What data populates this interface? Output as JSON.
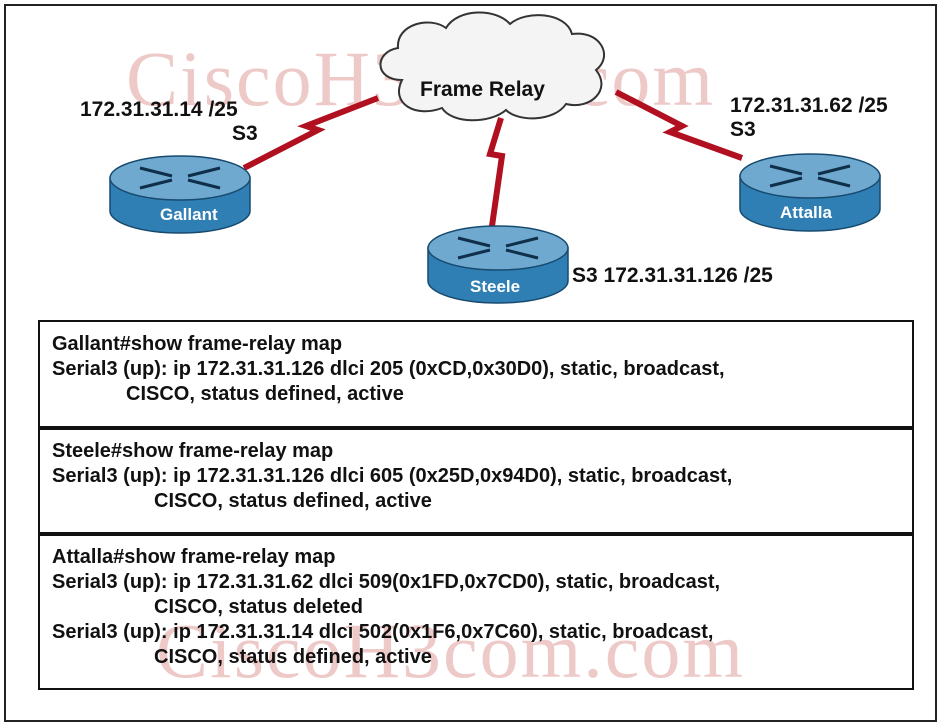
{
  "watermarks": [
    "CiscoH3com.com",
    "CiscoH3com.com"
  ],
  "cloud": {
    "label": "Frame Relay"
  },
  "routers": {
    "gallant": {
      "name": "Gallant",
      "ip": "172.31.31.14 /25",
      "iface": "S3"
    },
    "attalla": {
      "name": "Attalla",
      "ip": "172.31.31.62 /25",
      "iface": "S3"
    },
    "steele": {
      "name": "Steele",
      "label": "S3 172.31.31.126 /25"
    }
  },
  "outputs": [
    {
      "command": "Gallant#show frame-relay map",
      "lines": [
        "Serial3 (up): ip 172.31.31.126 dlci 205 (0xCD,0x30D0), static, broadcast,",
        "CISCO, status defined, active"
      ]
    },
    {
      "command": "Steele#show frame-relay map",
      "lines": [
        "Serial3 (up): ip 172.31.31.126 dlci 605 (0x25D,0x94D0), static, broadcast,",
        "CISCO, status defined, active"
      ]
    },
    {
      "command": "Attalla#show frame-relay map",
      "lines": [
        "Serial3 (up): ip 172.31.31.62 dlci 509(0x1FD,0x7CD0), static, broadcast,",
        "CISCO, status deleted",
        "Serial3 (up): ip 172.31.31.14 dlci 502(0x1F6,0x7C60), static, broadcast,",
        "CISCO, status defined, active"
      ]
    }
  ],
  "colors": {
    "link": "#b01020",
    "router_top": "#6fa9cf",
    "router_body": "#2f7fb5"
  }
}
